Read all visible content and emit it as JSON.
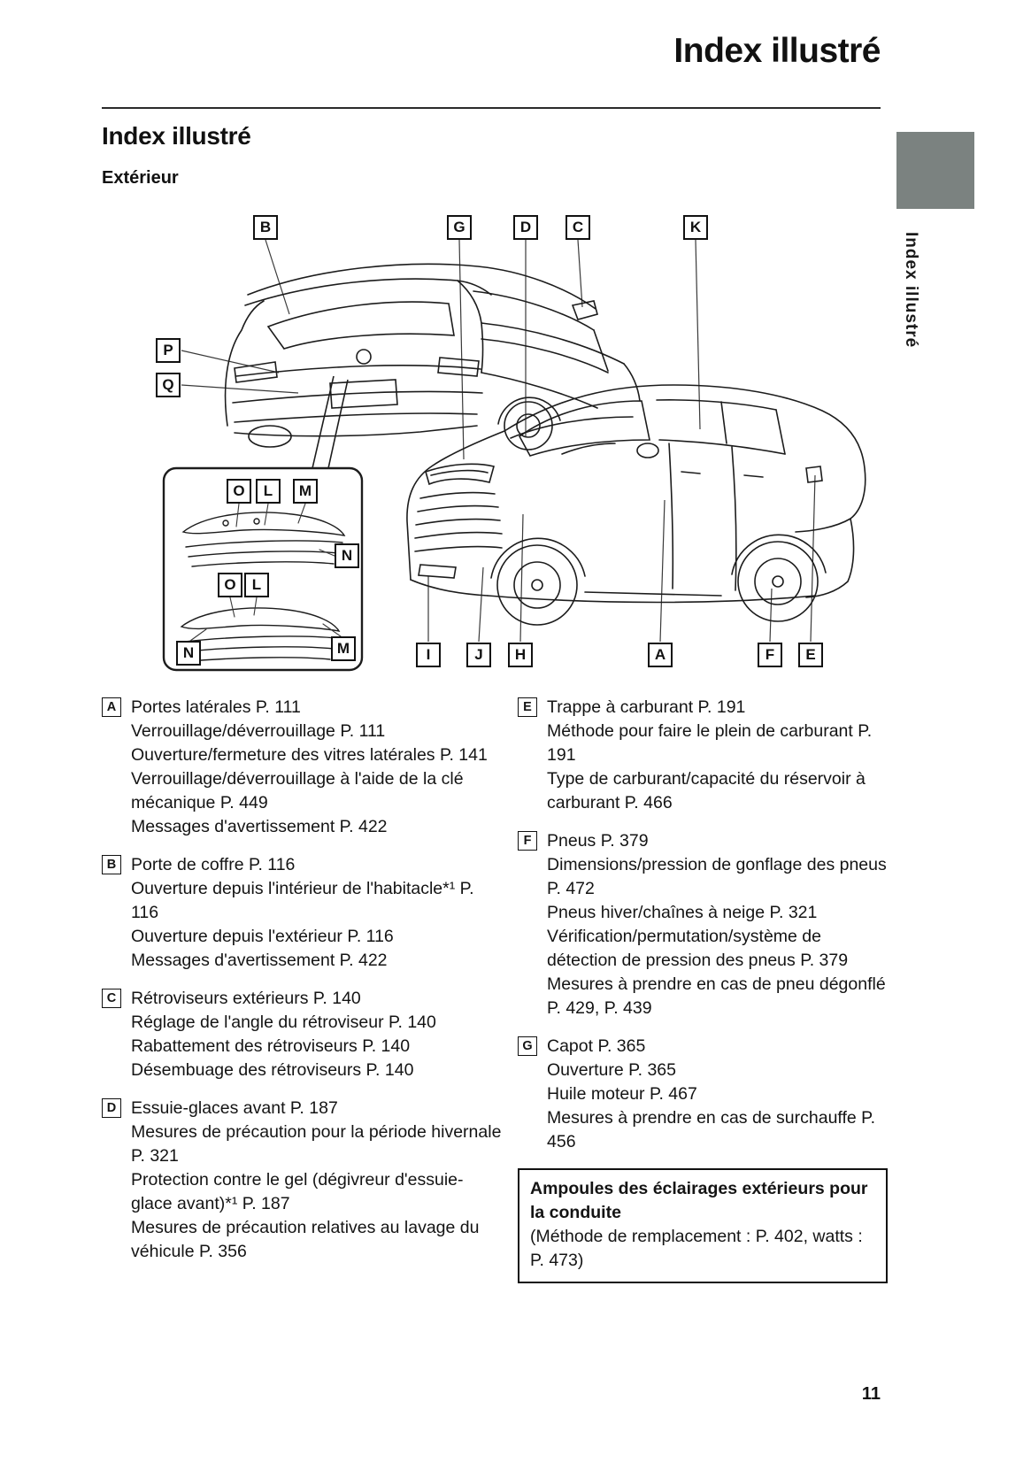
{
  "page": {
    "header_title": "Index illustré",
    "section_title": "Index illustré",
    "subsection_title": "Extérieur",
    "side_tab_label": "Index illustré",
    "page_number": "11"
  },
  "colors": {
    "side_tab_gray": "#7b8280",
    "text": "#111111"
  },
  "diagram": {
    "labels": [
      "B",
      "G",
      "D",
      "C",
      "K",
      "P",
      "Q",
      "O",
      "L",
      "M",
      "N",
      "O",
      "L",
      "N",
      "M",
      "I",
      "J",
      "H",
      "A",
      "F",
      "E"
    ]
  },
  "index": {
    "left": [
      {
        "letter": "A",
        "title": "Portes latérales P. 111",
        "items": [
          "Verrouillage/déverrouillage P. 111",
          "Ouverture/fermeture des vitres latérales P. 141",
          "Verrouillage/déverrouillage à l'aide de la clé mécanique P. 449",
          "Messages d'avertissement P. 422"
        ]
      },
      {
        "letter": "B",
        "title": "Porte de coffre P. 116",
        "items": [
          "Ouverture depuis l'intérieur de l'habitacle*¹ P. 116",
          "Ouverture depuis l'extérieur P. 116",
          "Messages d'avertissement P. 422"
        ]
      },
      {
        "letter": "C",
        "title": "Rétroviseurs extérieurs P. 140",
        "items": [
          "Réglage de l'angle du rétroviseur P. 140",
          "Rabattement des rétroviseurs P. 140",
          "Désembuage des rétroviseurs P. 140"
        ]
      },
      {
        "letter": "D",
        "title": "Essuie-glaces avant P. 187",
        "items": [
          "Mesures de précaution pour la période hivernale P. 321",
          "Protection contre le gel (dégivreur d'essuie-glace avant)*¹ P. 187",
          "Mesures de précaution relatives au lavage du véhicule P. 356"
        ]
      }
    ],
    "right": [
      {
        "letter": "E",
        "title": "Trappe à carburant P. 191",
        "items": [
          "Méthode pour faire le plein de carburant P. 191",
          "Type de carburant/capacité du réservoir à carburant P. 466"
        ]
      },
      {
        "letter": "F",
        "title": "Pneus P. 379",
        "items": [
          "Dimensions/pression de gonflage des pneus P. 472",
          "Pneus hiver/chaînes à neige P. 321",
          "Vérification/permutation/système de détection de pression des pneus P. 379",
          "Mesures à prendre en cas de pneu dégonflé P. 429, P. 439"
        ]
      },
      {
        "letter": "G",
        "title": "Capot P. 365",
        "items": [
          "Ouverture P. 365",
          "Huile moteur P. 467",
          "Mesures à prendre en cas de surchauffe P. 456"
        ]
      }
    ],
    "note": {
      "title": "Ampoules des éclairages extérieurs pour la conduite",
      "body": "(Méthode de remplacement : P. 402, watts : P. 473)"
    }
  }
}
